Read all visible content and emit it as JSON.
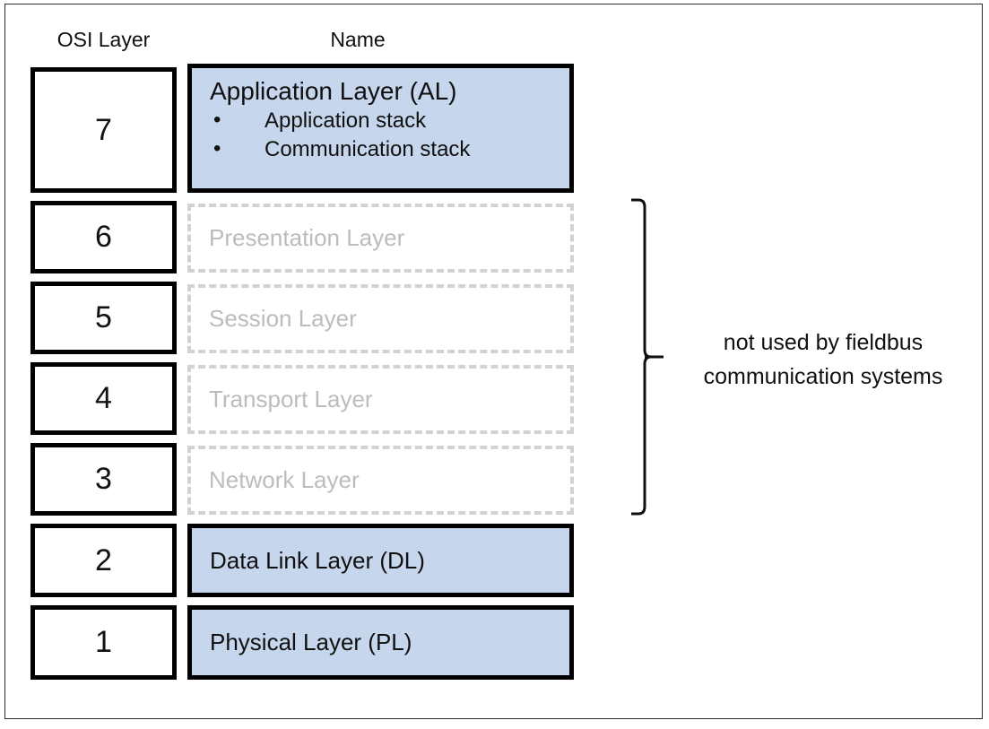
{
  "diagram": {
    "headers": {
      "osi_layer": "OSI Layer",
      "name": "Name"
    },
    "rows": [
      {
        "number": "7",
        "name": "Application Layer (AL)",
        "bullets": [
          "Application stack",
          "Communication stack"
        ],
        "style": "highlight"
      },
      {
        "number": "6",
        "name": "Presentation Layer",
        "style": "ghost"
      },
      {
        "number": "5",
        "name": "Session Layer",
        "style": "ghost"
      },
      {
        "number": "4",
        "name": "Transport Layer",
        "style": "ghost"
      },
      {
        "number": "3",
        "name": "Network Layer",
        "style": "ghost"
      },
      {
        "number": "2",
        "name": "Data Link Layer (DL)",
        "style": "highlight"
      },
      {
        "number": "1",
        "name": "Physical Layer (PL)",
        "style": "highlight"
      }
    ],
    "annotation": {
      "line1": "not used by fieldbus",
      "line2": "communication systems"
    },
    "bullet_glyph": "•",
    "colors": {
      "highlight_fill": "#c6d6ec",
      "box_border": "#000000",
      "ghost_border": "#d2d2d2",
      "ghost_text": "#bcbcbc",
      "text": "#101010",
      "frame": "#2b2b2b"
    }
  }
}
